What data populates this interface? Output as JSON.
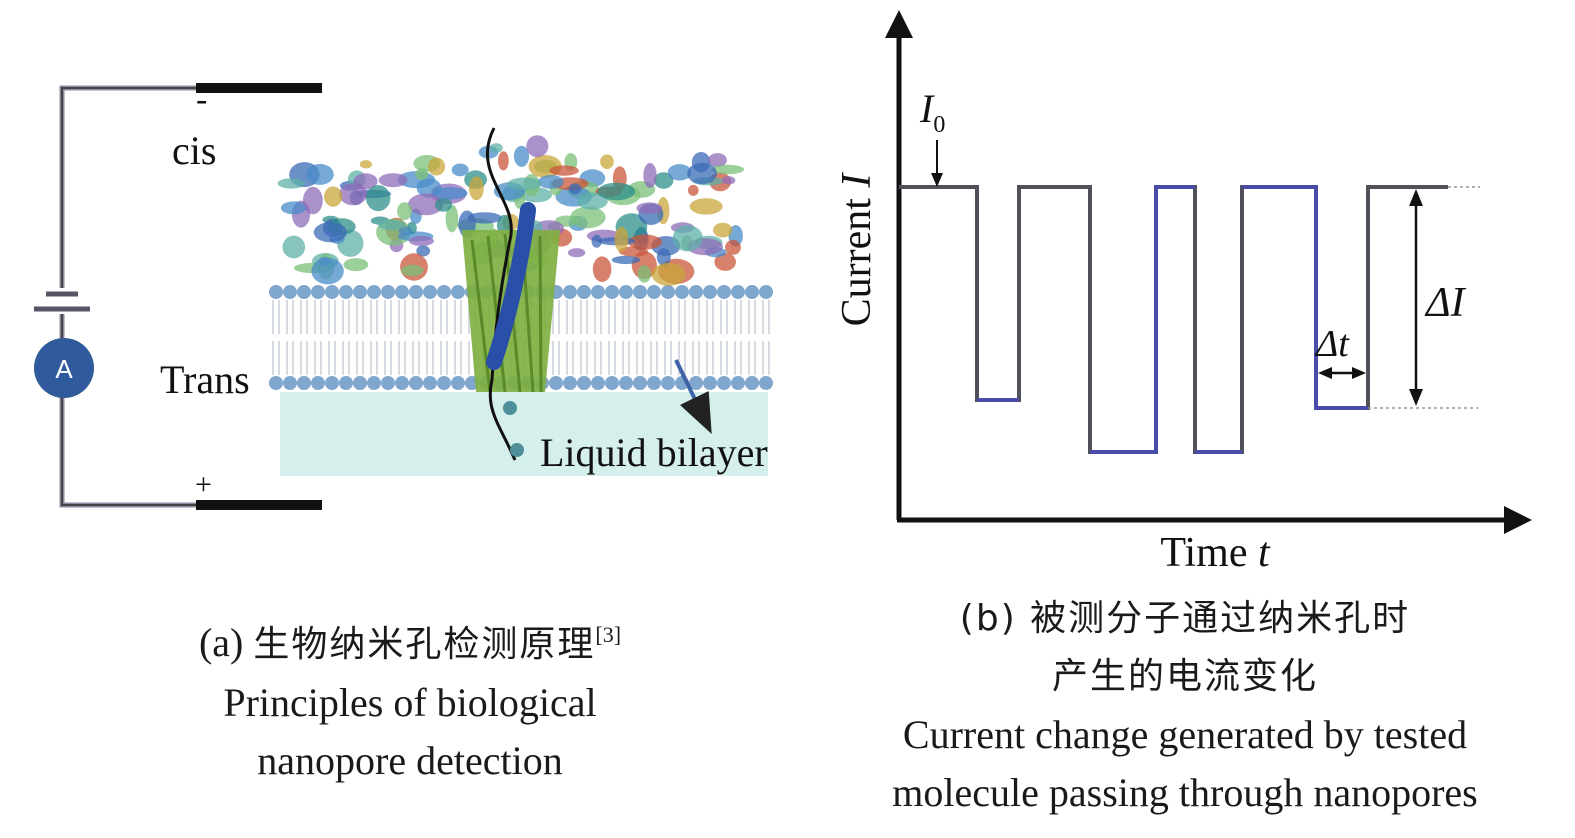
{
  "panel_a": {
    "labels": {
      "cis": "cis",
      "trans": "Trans",
      "minus": "-",
      "plus": "+",
      "ammeter": "A",
      "membrane": "Liquid bilayer"
    },
    "caption": {
      "prefix": "(a) ",
      "zh": "生物纳米孔检测原理",
      "ref": "[3]",
      "en_line1": "Principles of biological",
      "en_line2": "nanopore detection"
    }
  },
  "panel_b": {
    "labels": {
      "y_axis": "Current ",
      "y_axis_symbol": "I",
      "x_axis": "Time ",
      "x_axis_symbol": "t",
      "baseline_I": "I",
      "baseline_sub": "0",
      "delta_I": "ΔI",
      "delta_t": "Δt"
    },
    "caption": {
      "zh_line1": "(b) 被测分子通过纳米孔时",
      "zh_line2": "产生的电流变化",
      "en_line1": "Current change generated by tested",
      "en_line2": "molecule passing through nanopores"
    }
  },
  "colors": {
    "trace_gray": "#505058",
    "trace_blue": "#4a4aa8",
    "wire": "#8a8aa0",
    "electrode": "#111111",
    "ammeter": "#2f5a9c",
    "membrane_head": "#7fa6cc",
    "solution": "#d4efec",
    "protein_green": "#7fb041"
  }
}
